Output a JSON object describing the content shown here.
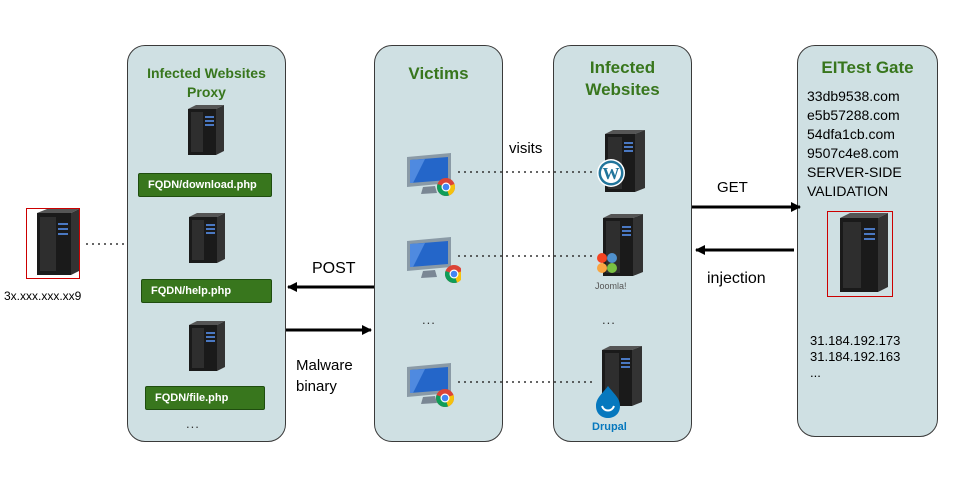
{
  "left_server": {
    "label": "3x.xxx.xxx.xx9"
  },
  "proxy": {
    "title": "Infected Websites Proxy",
    "badges": [
      "FQDN/download.php",
      "FQDN/help.php",
      "FQDN/file.php"
    ],
    "ellipsis": "..."
  },
  "victims": {
    "title": "Victims",
    "ellipsis": "..."
  },
  "infected": {
    "title": "Infected Websites",
    "ellipsis": "...",
    "cms": [
      "WordPress",
      "Joomla!",
      "Drupal"
    ]
  },
  "gate": {
    "title": "EITest Gate",
    "domains": [
      "33db9538.com",
      "e5b57288.com",
      "54dfa1cb.com",
      "9507c4e8.com",
      "SERVER-SIDE",
      "VALIDATION"
    ],
    "ips": [
      "31.184.192.173",
      "31.184.192.163",
      "..."
    ]
  },
  "edges": {
    "visits": "visits",
    "post": "POST",
    "malware": "Malware binary",
    "get": "GET",
    "injection": "injection"
  },
  "colors": {
    "panel": "#cfe0e3",
    "title_green": "#38761d",
    "badge_green": "#38761d",
    "highlight_red": "#cc0000"
  }
}
